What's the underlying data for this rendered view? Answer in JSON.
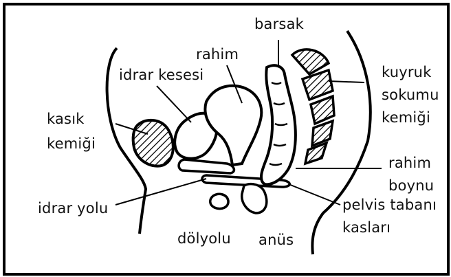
{
  "labels": {
    "barsak": "barsak",
    "rahim": "rahim",
    "idrar_kesesi": "idrar kesesi",
    "kasik_kemigi": [
      "kasık",
      "kemiği"
    ],
    "kuyruk_sokumu_kemigi": [
      "kuyruk",
      "sokumu",
      "kemiği"
    ],
    "rahim_boynu": [
      "rahim",
      "boynu"
    ],
    "idrar_yolu": "idrar yolu",
    "pelvis_tabani_kaslari": [
      "pelvis tabanı",
      "kasları"
    ],
    "dolyolu": "dölyolu",
    "anus": "anüs"
  }
}
